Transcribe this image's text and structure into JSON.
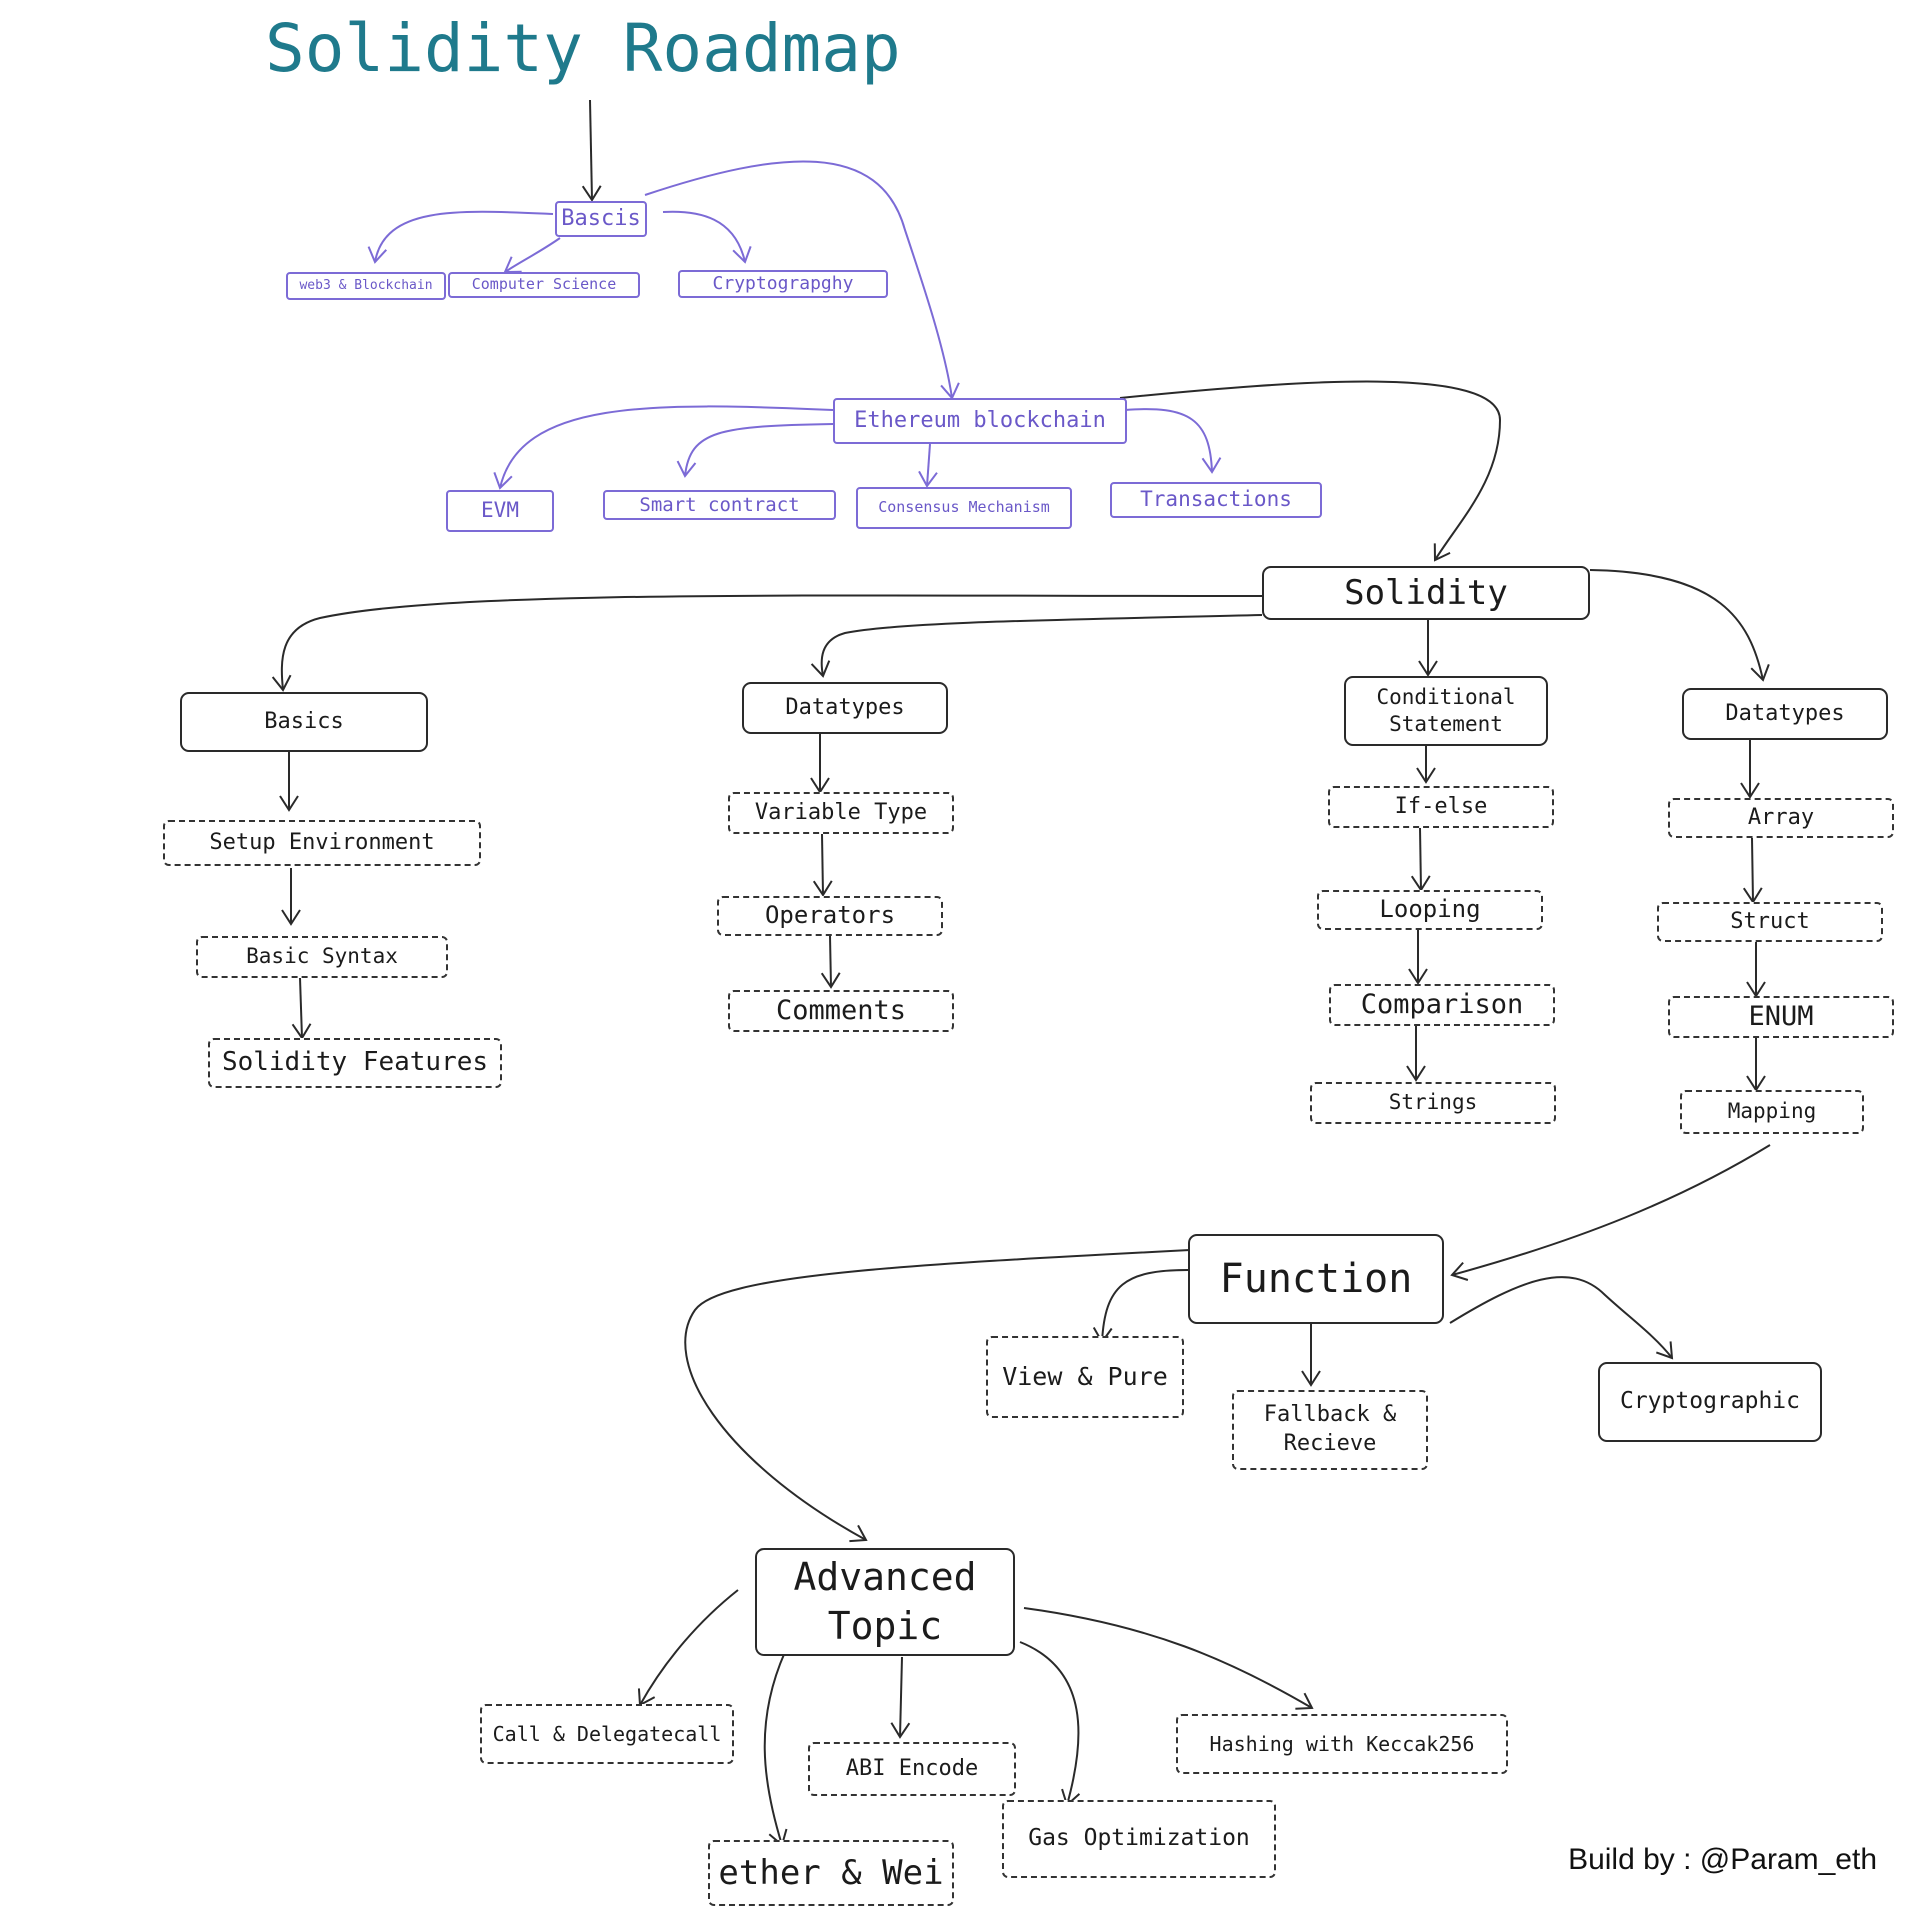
{
  "title": "Solidity Roadmap",
  "credit": "Build by : @Param_eth",
  "colors": {
    "title": "#1f7a8c",
    "purple": "#7c6bd6",
    "ink": "#2a2a2a"
  },
  "nodes": {
    "basics_root": "Bascis",
    "web3_blockchain": "web3 & Blockchain",
    "computer_science": "Computer Science",
    "cryptography": "Cryptograpghy",
    "ethereum": "Ethereum blockchain",
    "evm": "EVM",
    "smart_contract": "Smart contract",
    "consensus": "Consensus Mechanism",
    "transactions": "Transactions",
    "solidity": "Solidity",
    "sol_basics": "Basics",
    "setup_env": "Setup Environment",
    "basic_syntax": "Basic Syntax",
    "sol_features": "Solidity Features",
    "datatypes_1": "Datatypes",
    "variable_type": "Variable Type",
    "operators": "Operators",
    "comments": "Comments",
    "conditional": "Conditional\nStatement",
    "if_else": "If-else",
    "looping": "Looping",
    "comparison": "Comparison",
    "strings": "Strings",
    "datatypes_2": "Datatypes",
    "array": "Array",
    "struct": "Struct",
    "enum": "ENUM",
    "mapping": "Mapping",
    "function": "Function",
    "view_pure": "View & Pure",
    "fallback": "Fallback &\nRecieve",
    "cryptographic": "Cryptographic",
    "advanced": "Advanced\nTopic",
    "call_delegate": "Call & Delegatecall",
    "abi_encode": "ABI Encode",
    "ether_wei": "ether & Wei",
    "gas_opt": "Gas Optimization",
    "hashing": "Hashing with Keccak256"
  }
}
